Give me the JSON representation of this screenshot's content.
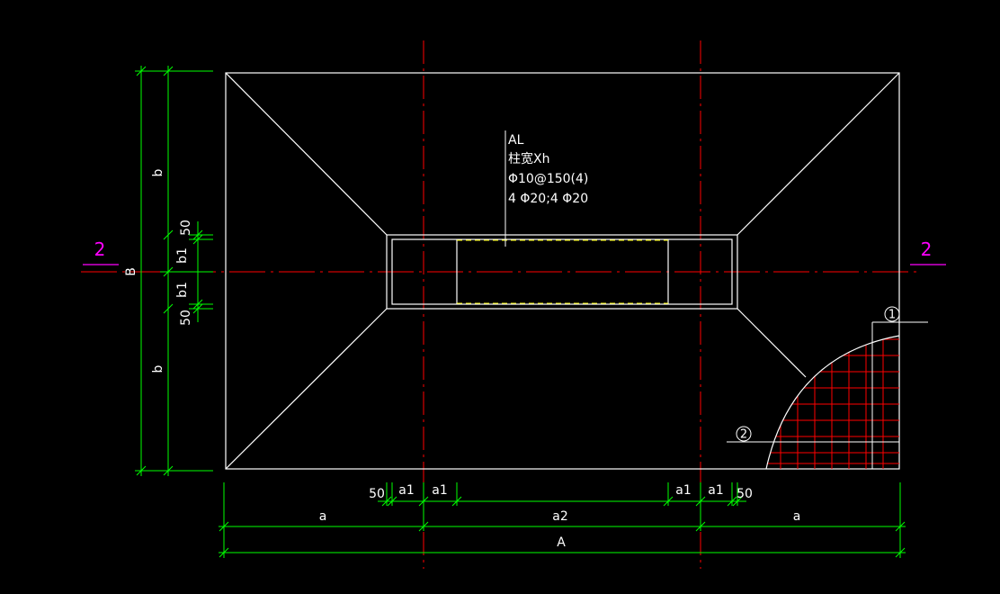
{
  "colors": {
    "background": "#000000",
    "outline": "#ffffff",
    "dimension": "#00ff00",
    "centerline": "#ff0000",
    "rebar": "#ff0000",
    "section_mark": "#ff00ff",
    "hidden_line": "#ffff00",
    "text": "#ffffff"
  },
  "section_marks": {
    "left": "2",
    "right": "2"
  },
  "beam_annotation": {
    "line1": "AL",
    "line2": "柱宽Xh",
    "line3": "Φ10@150(4)",
    "line4": "4 Φ20;4 Φ20"
  },
  "callouts": {
    "bar1": "1",
    "bar2": "2"
  },
  "dims_vertical": {
    "total": "B",
    "upper_b": "b",
    "lower_b": "b",
    "upper_b1": "b1",
    "lower_b1": "b1",
    "upper_50": "50",
    "lower_50": "50"
  },
  "dims_horizontal": {
    "left_50": "50",
    "left_a1_outer": "a1",
    "left_a1_inner": "a1",
    "right_a1_inner": "a1",
    "right_a1_outer": "a1",
    "right_50": "50",
    "left_a": "a",
    "middle_a2": "a2",
    "right_a": "a",
    "total": "A"
  }
}
